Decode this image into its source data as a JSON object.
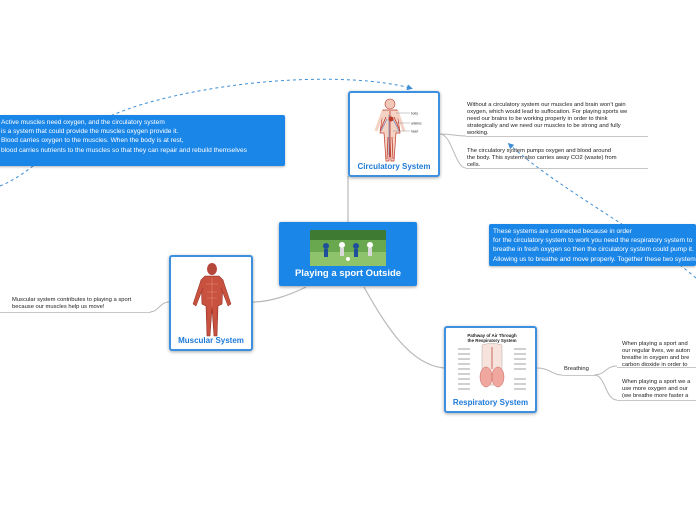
{
  "central": {
    "label": "Playing a sport Outside"
  },
  "nodes": {
    "circulatory": {
      "label": "Circulatory System"
    },
    "muscular": {
      "label": "Muscular System"
    },
    "respiratory": {
      "label": "Respiratory System"
    }
  },
  "circulatory_image_labels": [
    "body",
    "arteries",
    "heart"
  ],
  "respiratory_image": {
    "title_line1": "Pathway of Air Through",
    "title_line2": "the Respiratory System"
  },
  "notes": {
    "active_muscles": {
      "lines": [
        "Active muscles need oxygen, and the circulatory system",
        "is a system that could provide the muscles oxygen provide it.",
        "Blood carries oxygen to the muscles. When the body is at rest,",
        "blood carries nutrients to the muscles so that they can repair and rebuild themselves"
      ]
    },
    "connected": {
      "lines": [
        "These systems are connected because in order",
        "for the circulatory system to work you need the respiratory system to",
        "breathe in fresh oxygen so then the circulatory system could pump it.",
        "Allowing us to breathe and move properly. Together these two systems help"
      ]
    }
  },
  "texts": {
    "circ_without": {
      "lines": [
        "Without a circulatory system our muscles and brain won't gain",
        "oxygen, which would lead to suffocation. For playing sports we",
        "need our brains to be working properly in order to think",
        "strategically and we need our muscles to be strong and fully",
        "working."
      ]
    },
    "circ_pumps": {
      "lines": [
        "The circulatory system pumps oxygen and  blood around",
        "the body. This system also carries away CO2 (waste) from",
        "cells."
      ]
    },
    "muscular_contrib": {
      "lines": [
        "Muscular system contributes to playing a sport",
        "because our muscles help us move!"
      ]
    },
    "breathing": {
      "label": "Breathing"
    },
    "resp_regular": {
      "lines": [
        "When playing a sport and",
        "our regular lives, we auton",
        "breathe in oxygen and bre",
        "carbon dioxide in order to"
      ]
    },
    "resp_more": {
      "lines": [
        "When playing a sport we a",
        "use more oxygen and our",
        "(we breathe more faster a"
      ]
    }
  },
  "colors": {
    "node_border": "#3d8fe0",
    "central_fill": "#1a86e8",
    "note_fill": "#1a86e8",
    "connector": "#b9b9b9",
    "relation_dashed": "#3f8fd6",
    "label_blue": "#1d7ad8"
  }
}
